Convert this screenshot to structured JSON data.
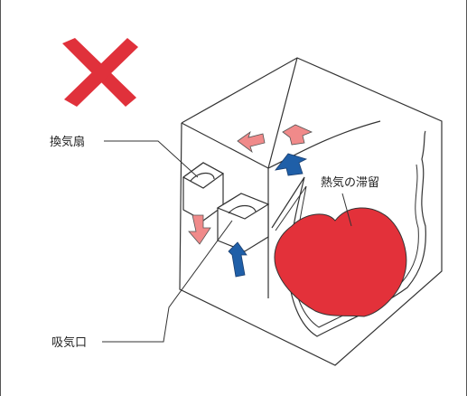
{
  "labels": {
    "fan": "換気扇",
    "inlet": "吸気口",
    "heat": "熱気の滞留"
  },
  "colors": {
    "cross": "#e0313b",
    "heat_blob": "#e3313a",
    "warm_arrow": "#f08a8a",
    "cool_arrow": "#1f5fa8",
    "line": "#333333"
  }
}
